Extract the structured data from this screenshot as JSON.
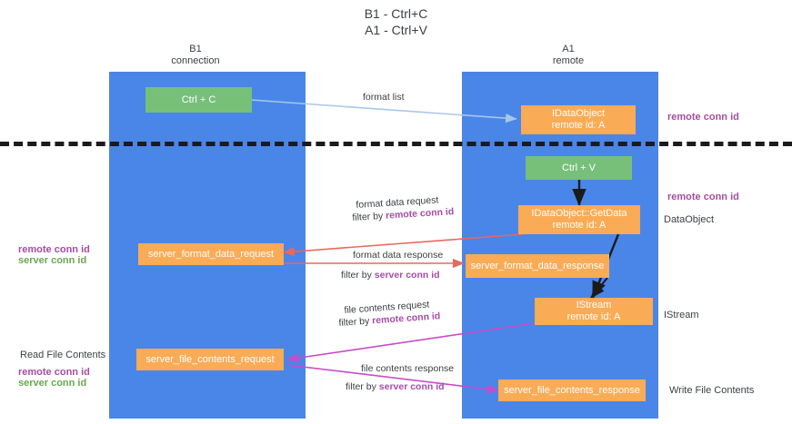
{
  "title": "B1 - Ctrl+C\nA1 - Ctrl+V",
  "columns": {
    "left": "B1\nconnection",
    "right": "A1\nremote"
  },
  "boxes": {
    "ctrl_c": "Ctrl + C",
    "ctrl_v": "Ctrl + V",
    "idataobject": "IDataObject\nremote id: A",
    "getdata": "IDataObject::GetData\nremote id: A",
    "istream": "IStream\nremote id: A",
    "server_format_data_request": "server_format_data_request",
    "server_format_data_response": "server_format_data_response",
    "server_file_contents_request": "server_file_contents_request",
    "server_file_contents_response": "server_file_contents_response"
  },
  "edges": {
    "format_list": "format list",
    "format_data_request": "format data request",
    "format_data_request_filter_prefix": "filter by ",
    "format_data_request_filter_key": "remote conn id",
    "format_data_response": "format data response",
    "format_data_response_filter_prefix": "filter by ",
    "format_data_response_filter_key": "server conn id",
    "file_contents_request": "file contents request",
    "file_contents_request_filter_prefix": "filter by ",
    "file_contents_request_filter_key": "remote conn id",
    "file_contents_response": "file contents response",
    "file_contents_response_filter_prefix": "filter by ",
    "file_contents_response_filter_key": "server conn id"
  },
  "annotations": {
    "right_remote_conn_id_top": "remote conn id",
    "right_remote_conn_id_mid": "remote conn id",
    "right_dataobject": "DataObject",
    "right_istream": "IStream",
    "right_write_file_contents": "Write File Contents",
    "left_read_file_contents": "Read File Contents",
    "left_remote_conn_id_1": "remote conn id",
    "left_server_conn_id_1": "server conn id",
    "left_remote_conn_id_2": "remote conn id",
    "left_server_conn_id_2": "server conn id"
  },
  "colors": {
    "lane": "#4a86e8",
    "green_box": "#76c07a",
    "orange_box": "#f9ab55",
    "remote_key": "#a64ca6",
    "server_key": "#6aa84f",
    "arrow_blue": "#a8c7e8",
    "arrow_red": "#e8685d",
    "arrow_magenta": "#c74cc7",
    "arrow_black": "#1b1b1b",
    "text": "#3c4043"
  }
}
